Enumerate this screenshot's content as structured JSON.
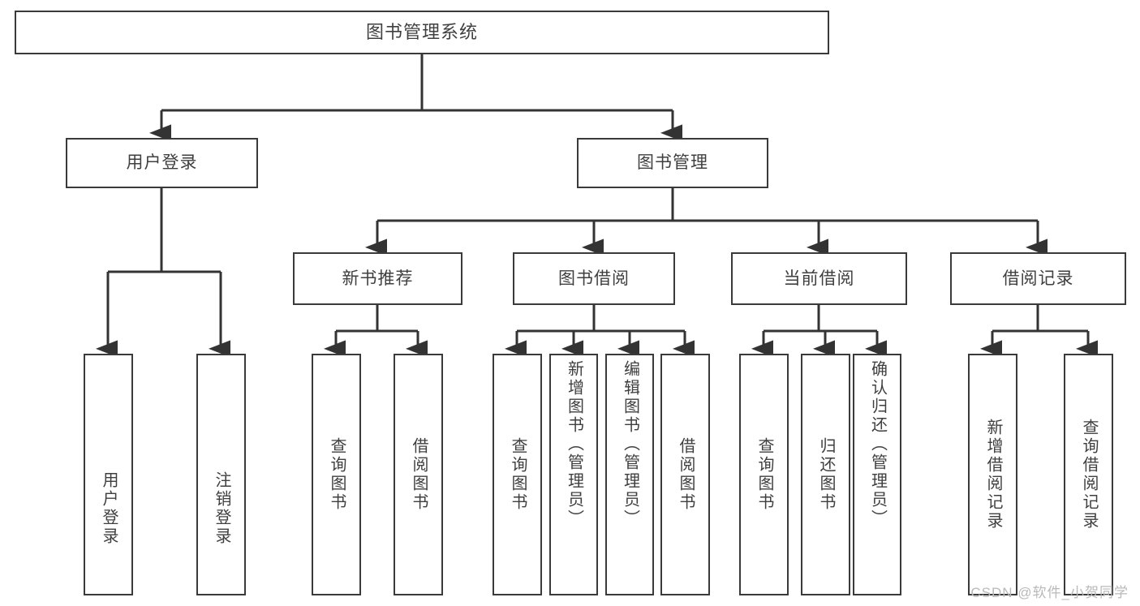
{
  "diagram": {
    "title": "图书管理系统",
    "type": "tree-hierarchy",
    "root": {
      "label": "图书管理系统"
    },
    "level2": [
      {
        "label": "用户登录"
      },
      {
        "label": "图书管理"
      }
    ],
    "level3": [
      {
        "label": "新书推荐"
      },
      {
        "label": "图书借阅"
      },
      {
        "label": "当前借阅"
      },
      {
        "label": "借阅记录"
      }
    ],
    "leaves": {
      "user_login": [
        {
          "label": "用户登录"
        },
        {
          "label": "注销登录"
        }
      ],
      "new_book_recommend": [
        {
          "label": "查询图书"
        },
        {
          "label": "借阅图书"
        }
      ],
      "book_borrow": [
        {
          "label": "查询图书"
        },
        {
          "label": "新增图书（管理员）"
        },
        {
          "label": "编辑图书（管理员）"
        },
        {
          "label": "借阅图书"
        }
      ],
      "current_borrow": [
        {
          "label": "查询图书"
        },
        {
          "label": "归还图书"
        },
        {
          "label": "确认归还（管理员）"
        }
      ],
      "borrow_record": [
        {
          "label": "新增借阅记录"
        },
        {
          "label": "查询借阅记录"
        }
      ]
    }
  },
  "watermark": {
    "text": "CSDN @软件_小贺同学"
  },
  "colors": {
    "box_border": "#3a3a3a",
    "text": "#3f3f3f",
    "line": "#333333",
    "background": "#ffffff",
    "watermark": "#b9b9b9"
  }
}
